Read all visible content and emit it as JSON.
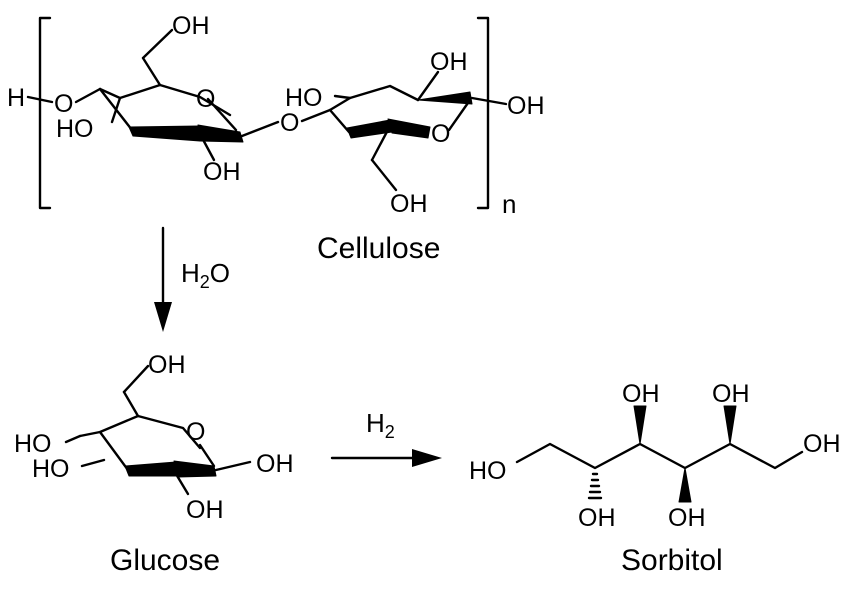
{
  "labels": {
    "cellulose": "Cellulose",
    "glucose": "Glucose",
    "sorbitol": "Sorbitol",
    "repeat_n": "n"
  },
  "reagents": {
    "hydrolysis_main": "H",
    "hydrolysis_sub": "2",
    "hydrolysis_tail": "O",
    "hydrogenation_main": "H",
    "hydrogenation_sub": "2"
  },
  "atoms": {
    "hydroxyl": "OH",
    "hydroxyl_left": "HO",
    "oxygen": "O",
    "hydrogen": "H"
  },
  "colors": {
    "ink": "#000000",
    "background": "#ffffff"
  }
}
